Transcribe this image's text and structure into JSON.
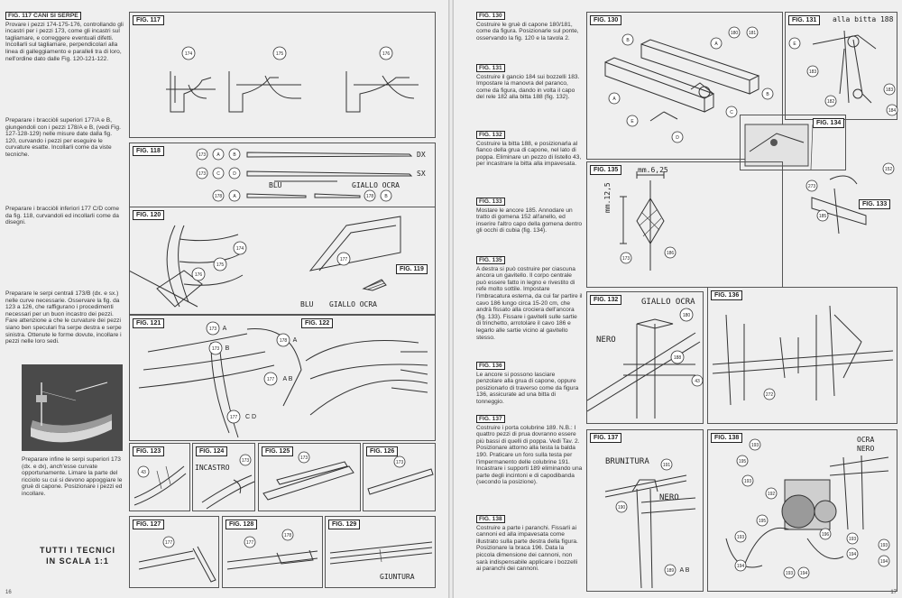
{
  "left_page": {
    "text_blocks": [
      {
        "title": "FIG. 117 CANI SI SERPE",
        "body": "Provare i pezzi 174-175-176, controllando gli incastri per i pezzi 173, come gli incastri sul tagliamare, e correggere eventuali difetti. Incollarli sul tagliamare, perpendicolari alla linea di galleggiamento e paralleli tra di loro, nell'ordine dato dalle Fig. 120-121-122."
      },
      {
        "title": "",
        "body": "Preparare i bracciòli superiori 177/A e B, giungendoli con i pezzi 178/A e B, (vedi Fig. 127-128-129) nelle misure date dalla fig. 120, curvando i pezzi per eseguire le curvature esatte. Incollarli come da viste tecniche."
      },
      {
        "title": "",
        "body": "Preparare i bracciòli inferiori 177 C/D come da fig. 118, curvandoli ed incollarli come da disegni."
      },
      {
        "title": "",
        "body": "Preparare le serpi centrali 173/B (dx. e sx.) nelle curve necessarie. Osservare la fig. da 123 a 126, che raffigurano i procedimenti necessari per un buon incastro dei pezzi. Fare attenzione a che le curvature dei pezzi siano ben speculari fra serpe destra e serpe sinistra. Ottenute le forme dovute, incollare i pezzi nelle loro sedi."
      },
      {
        "title": "",
        "body": "Preparare infine le serpi superiori 173 (dx. e dx), anch'esse curvate opportunamente. Limare la parte del ricciolo su cui si devono appoggiare le gruè di capone. Posizionare i pezzi ed incollare."
      }
    ],
    "footer_title": "TUTTI I TECNICI\nIN SCALA 1:1",
    "figures": {
      "f117": "FIG. 117",
      "f118": "FIG. 118",
      "f120": "FIG. 120",
      "f119": "FIG. 119",
      "f121": "FIG. 121",
      "f122": "FIG. 122",
      "f123": "FIG. 123",
      "f124": "FIG. 124",
      "f125": "FIG. 125",
      "f126": "FIG. 126",
      "f127": "FIG. 127",
      "f128": "FIG. 128",
      "f129": "FIG. 129"
    },
    "captions": {
      "dx": "DX",
      "sx": "SX",
      "blu": "BLU",
      "giallo_ocra": "GIALLO OCRA",
      "blu2": "BLU",
      "giallo_ocra2": "GIALLO OCRA",
      "incastro": "INCASTRO",
      "giuntura": "GIUNTURA"
    },
    "page_number": "16"
  },
  "right_page": {
    "text_blocks": [
      {
        "title": "FIG. 130",
        "body": "Costruire le gruè di capone 180/181, come da figura. Posizionarle sul ponte, osservando la fig. 120 e la tavola 2."
      },
      {
        "title": "FIG. 131",
        "body": "Costruire il gancio 184 sui bozzelli 183. Impostare la manovra del paranco, come da figura, dando in volta il capo del rele 182 alla bitta 188 (fig. 132)."
      },
      {
        "title": "FIG. 132",
        "body": "Costruire la bitta 188, e posizionarla al fianco della grua di capone, nel lato di poppa. Eliminare un pezzo di listello 43, per incastrare la bitta alla impavesata."
      },
      {
        "title": "FIG. 133",
        "body": "Mostare le ancore 185. Annodare un tratto di gomena 152 all'anello, ed inserire l'altro capo della gomena dentro gli occhi di cubia (fig. 134)."
      },
      {
        "title": "FIG. 135",
        "body": "A destra si può costruire per ciascuna ancora un gavitello. Il corpo centrale può essere fatto in legno e rivestito di refe molto sottile. Impostare l'imbracatura esterna, da cui far partire il cavo 186 lungo circa 15-20 cm, che andrà fissato alla crociera dell'ancora (fig. 133). Fissare i gavitelli sulle sartie di trinchetto, arrotolare il cavo 186 e legarlo alle sartie vicino al gavitello stesso."
      },
      {
        "title": "FIG. 136",
        "body": "Le ancore si possono lasciare penzolare alla grua di capone, oppure posizionarlo di traverso come da figura 136, assicurate ad una bitta di tonneggio."
      },
      {
        "title": "FIG. 137",
        "body": "Costruire i porta colubrine 189. N.B.: I quattro pezzi di prua dovranno essere più bassi di quelli di poppa. Vedi Tav. 2. Posizionare attorno alla testa la balda 190. Praticare un foro sulla testa per l'impermanento delle colubrine 191. Incastrare i supporti 189 eliminando una parte degli incintoni e di capodibanda (secondo la posizione)."
      },
      {
        "title": "FIG. 138",
        "body": "Costruire a parte i paranchi. Fissarli ai cannoni ed alla impavesata come illustrato sulla parte destra della figura. Posizionare la braca 196. Data la piccola dimensione dei cannoni, non sarà indispensabile applicare i bozzelli ai paranchi dei cannoni."
      }
    ],
    "figures": {
      "f130": "FIG. 130",
      "f131": "FIG. 131",
      "f134": "FIG. 134",
      "f135": "FIG. 135",
      "f133": "FIG. 133",
      "f132": "FIG. 132",
      "f136": "FIG. 136",
      "f137": "FIG. 137",
      "f138": "FIG. 138"
    },
    "captions": {
      "alla_bitta": "alla bitta 188",
      "mm625": "mm.6,25",
      "mm125": "mm.12,5",
      "giallo_ocra": "GIALLO OCRA",
      "nero": "NERO",
      "brunitura": "BRUNITURA",
      "nero2": "NERO",
      "ocra": "OCRA",
      "nero3": "NERO"
    },
    "page_number": "17"
  }
}
